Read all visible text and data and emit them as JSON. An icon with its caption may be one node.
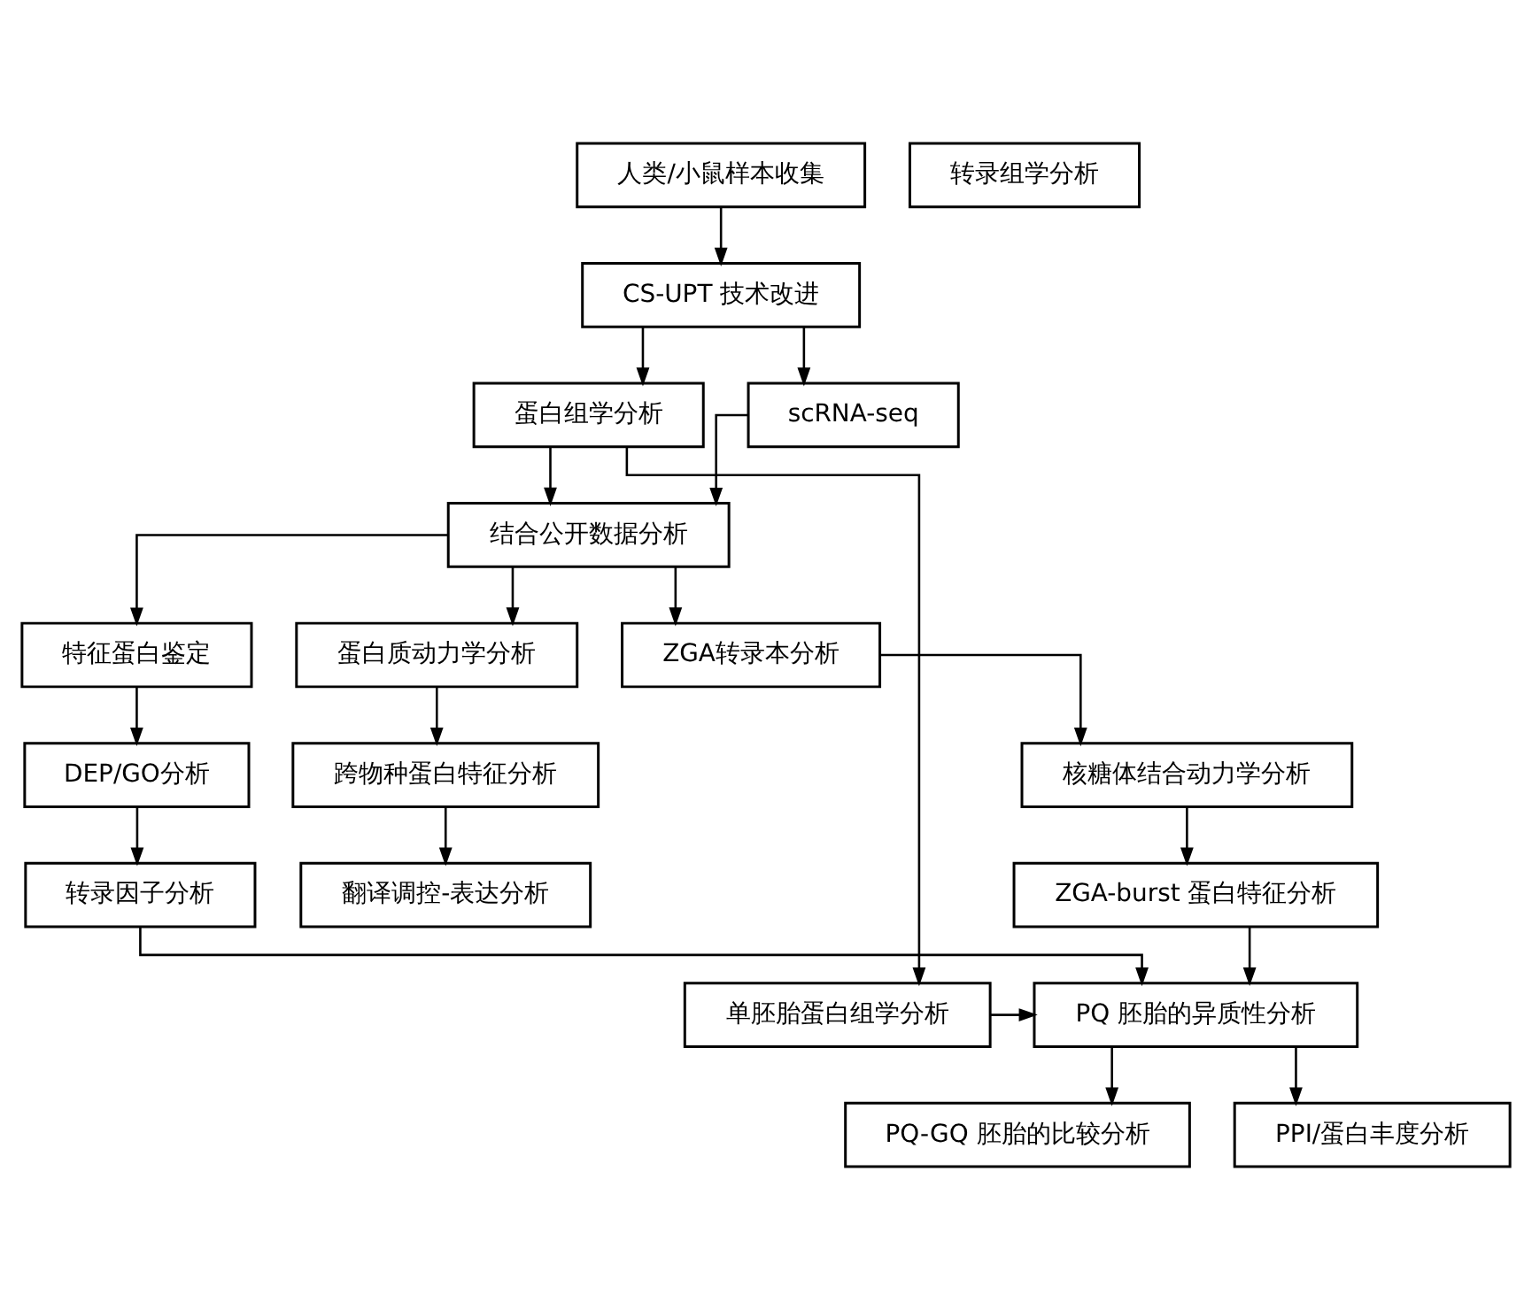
{
  "diagram": {
    "nodes": [
      {
        "text": [
          "人类/小鼠样本收集"
        ]
      },
      {
        "text": [
          "CS-UPT 技术改进"
        ]
      },
      {
        "text": [
          "蛋白组学分析"
        ]
      },
      {
        "text": [
          "转录组学分析"
        ]
      },
      {
        "text": [
          "scRNA-seq"
        ]
      },
      {
        "text": [
          "结合公开数据分析"
        ]
      },
      {
        "text": [
          "特征蛋白鉴定"
        ]
      },
      {
        "text": [
          "蛋白质动力学分析"
        ]
      },
      {
        "text": [
          "ZGA转录本分析"
        ]
      },
      {
        "text": [
          "DEP/GO分析"
        ]
      },
      {
        "text": [
          "跨物种蛋白特征分析"
        ]
      },
      {
        "text": [
          "核糖体结合动力学分析"
        ]
      },
      {
        "text": [
          "转录因子分析"
        ]
      },
      {
        "text": [
          "翻译调控-表达分析"
        ]
      },
      {
        "text": [
          "ZGA-burst 蛋白特征分析"
        ]
      },
      {
        "text": [
          "单胚胎蛋白组学分析"
        ]
      },
      {
        "text": [
          "PQ 胚胎的异质性分析"
        ]
      },
      {
        "text": [
          "PQ-GQ 胚胎的比较分析"
        ]
      },
      {
        "text": [
          "PPI/蛋白丰度分析"
        ]
      }
    ],
    "edges": [
      {
        "from": 0,
        "to": 1,
        "arrow": "to"
      },
      {
        "from": 1,
        "to": 2,
        "arrow": "to"
      },
      {
        "from": 1,
        "to": 4,
        "arrow": "to"
      },
      {
        "from": 2,
        "to": 5,
        "arrow": "to"
      },
      {
        "from": 4,
        "to": 5,
        "arrow": "to"
      },
      {
        "from": 5,
        "to": 6,
        "arrow": "to"
      },
      {
        "from": 5,
        "to": 7,
        "arrow": "to"
      },
      {
        "from": 5,
        "to": 8,
        "arrow": "to"
      },
      {
        "from": 6,
        "to": 9,
        "arrow": "to"
      },
      {
        "from": 7,
        "to": 10,
        "arrow": "to"
      },
      {
        "from": 8,
        "to": 11,
        "arrow": "to"
      },
      {
        "from": 9,
        "to": 12,
        "arrow": "to"
      },
      {
        "from": 10,
        "to": 13,
        "arrow": "to"
      },
      {
        "from": 11,
        "to": 14,
        "arrow": "to"
      },
      {
        "from": 2,
        "to": 15,
        "arrow": "to"
      },
      {
        "from": 12,
        "to": 16,
        "arrow": "to"
      },
      {
        "from": 14,
        "to": 16,
        "arrow": "to"
      },
      {
        "from": 15,
        "to": 16,
        "arrow": "to"
      },
      {
        "from": 16,
        "to": 17,
        "arrow": "to"
      },
      {
        "from": 16,
        "to": 18,
        "arrow": "to"
      }
    ]
  }
}
